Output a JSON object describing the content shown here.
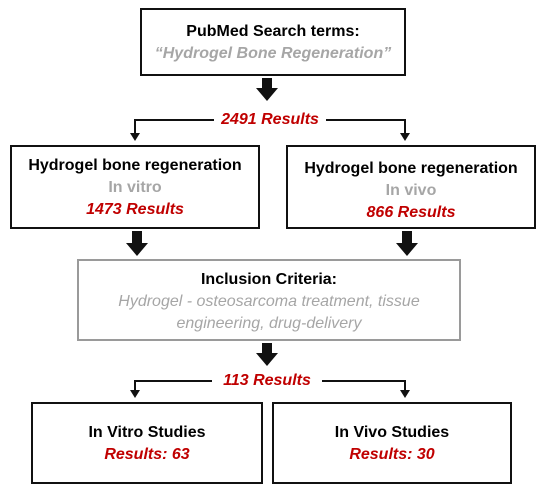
{
  "search": {
    "title": "PubMed Search terms:",
    "terms": "“Hydrogel Bone Regeneration”"
  },
  "total": {
    "count": "2491 Results"
  },
  "in_vitro_search": {
    "title": "Hydrogel bone regeneration",
    "subtitle": "In vitro",
    "count": "1473 Results"
  },
  "in_vivo_search": {
    "title": "Hydrogel bone regeneration",
    "subtitle": "In vivo",
    "count": "866 Results"
  },
  "inclusion": {
    "title": "Inclusion Criteria:",
    "line1": "Hydrogel - osteosarcoma treatment, tissue",
    "line2": "engineering, drug-delivery"
  },
  "filtered": {
    "count": "113 Results"
  },
  "in_vitro_studies": {
    "title": "In Vitro Studies",
    "count": "Results: 63"
  },
  "in_vivo_studies": {
    "title": "In Vivo Studies",
    "count": "Results: 30"
  },
  "colors": {
    "border": "#111111",
    "highlight": "#c00000",
    "muted": "#a6a6a6"
  }
}
